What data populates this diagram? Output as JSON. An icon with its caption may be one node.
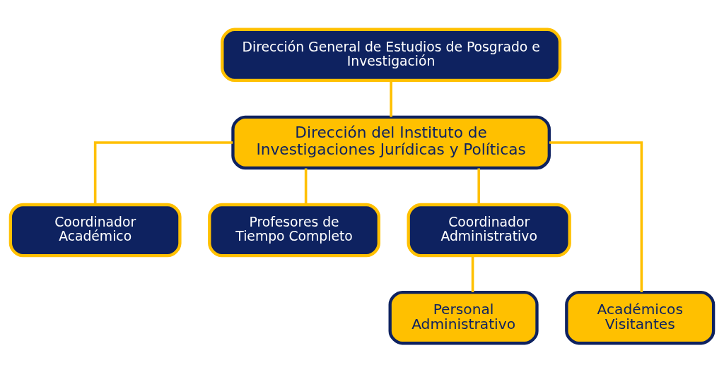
{
  "diagram": {
    "nodes": [
      {
        "text": [
          "Dirección General de Estudios de Posgrado e Investigación"
        ]
      },
      {
        "text": [
          "Dirección del Instituto de Investigaciones Jurídicas y Políticas"
        ]
      },
      {
        "text": [
          "Coordinador Académico"
        ]
      },
      {
        "text": [
          "Profesores de Tiempo Completo"
        ]
      },
      {
        "text": [
          "Coordinador Administrativo"
        ]
      },
      {
        "text": [
          "Académicos Visitantes"
        ]
      },
      {
        "text": [
          "Personal Administrativo"
        ]
      }
    ],
    "edges": [
      {
        "from": 0,
        "to": 1,
        "arrow": "none"
      },
      {
        "from": 1,
        "to": 2,
        "arrow": "none"
      },
      {
        "from": 1,
        "to": 5,
        "arrow": "none"
      },
      {
        "from": 1,
        "to": 3,
        "arrow": "none"
      },
      {
        "from": 1,
        "to": 4,
        "arrow": "none"
      },
      {
        "from": 4,
        "to": 6,
        "arrow": "none"
      }
    ]
  }
}
